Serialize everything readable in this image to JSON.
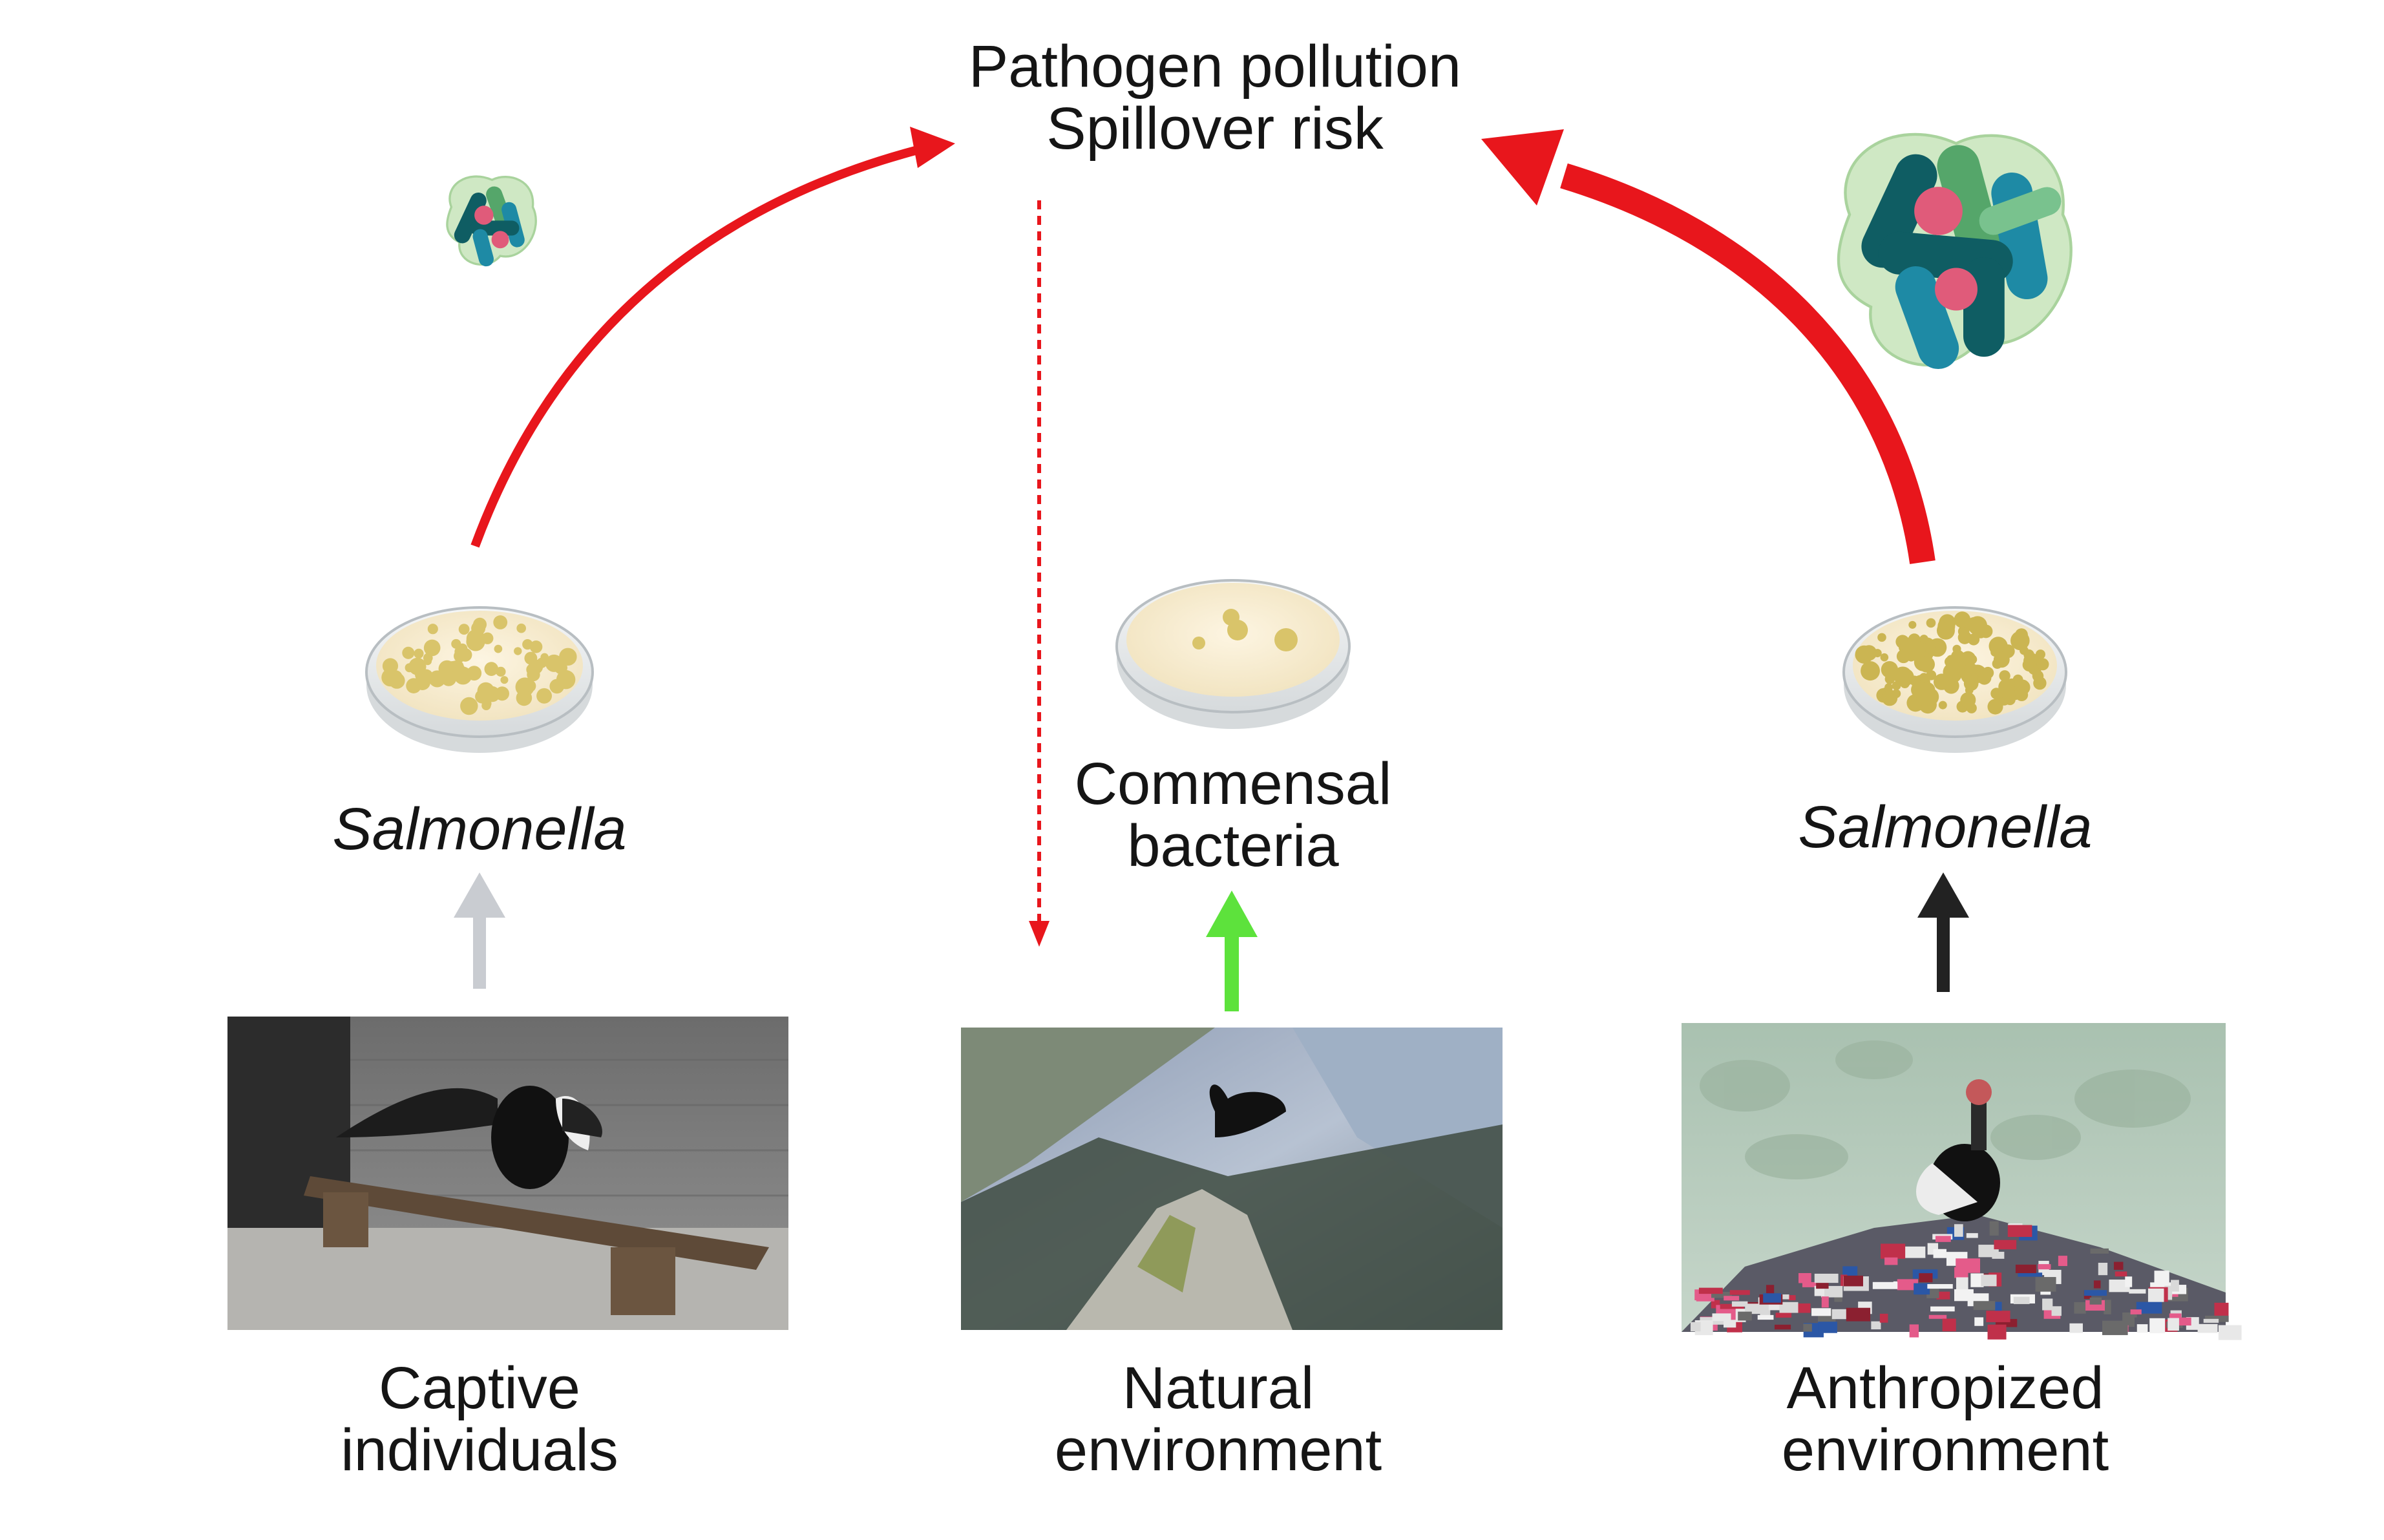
{
  "top_label": {
    "line1": "Pathogen pollution",
    "line2": "Spillover risk"
  },
  "petri_left": {
    "label": "Salmonella",
    "colony_color": "#d9c46a",
    "colony_density": "high"
  },
  "petri_center": {
    "label_line1": "Commensal",
    "label_line2": "bacteria",
    "colony_color": "#d9c46a",
    "colony_density": "low"
  },
  "petri_right": {
    "label": "Salmonella",
    "colony_color": "#cbb552",
    "colony_density": "very high"
  },
  "photos": {
    "left": {
      "caption_line1": "Captive",
      "caption_line2": "individuals"
    },
    "center": {
      "caption_line1": "Natural",
      "caption_line2": "environment"
    },
    "right": {
      "caption_line1": "Anthropized",
      "caption_line2": "environment"
    }
  },
  "colors": {
    "red_arrow": "#e8161c",
    "grey_arrow": "#c9ccd1",
    "green_arrow": "#5de23c",
    "black_arrow": "#222222",
    "bacteria_cluster_bg": "#cfe8c4",
    "bacteria_teal": "#1e8aa5",
    "bacteria_dark": "#0f5d63",
    "bacteria_green": "#55a66a",
    "bacteria_pink": "#e05b7a"
  },
  "icons": [
    "bacteria-cluster-icon",
    "petri-dish-icon",
    "condor-photo"
  ]
}
